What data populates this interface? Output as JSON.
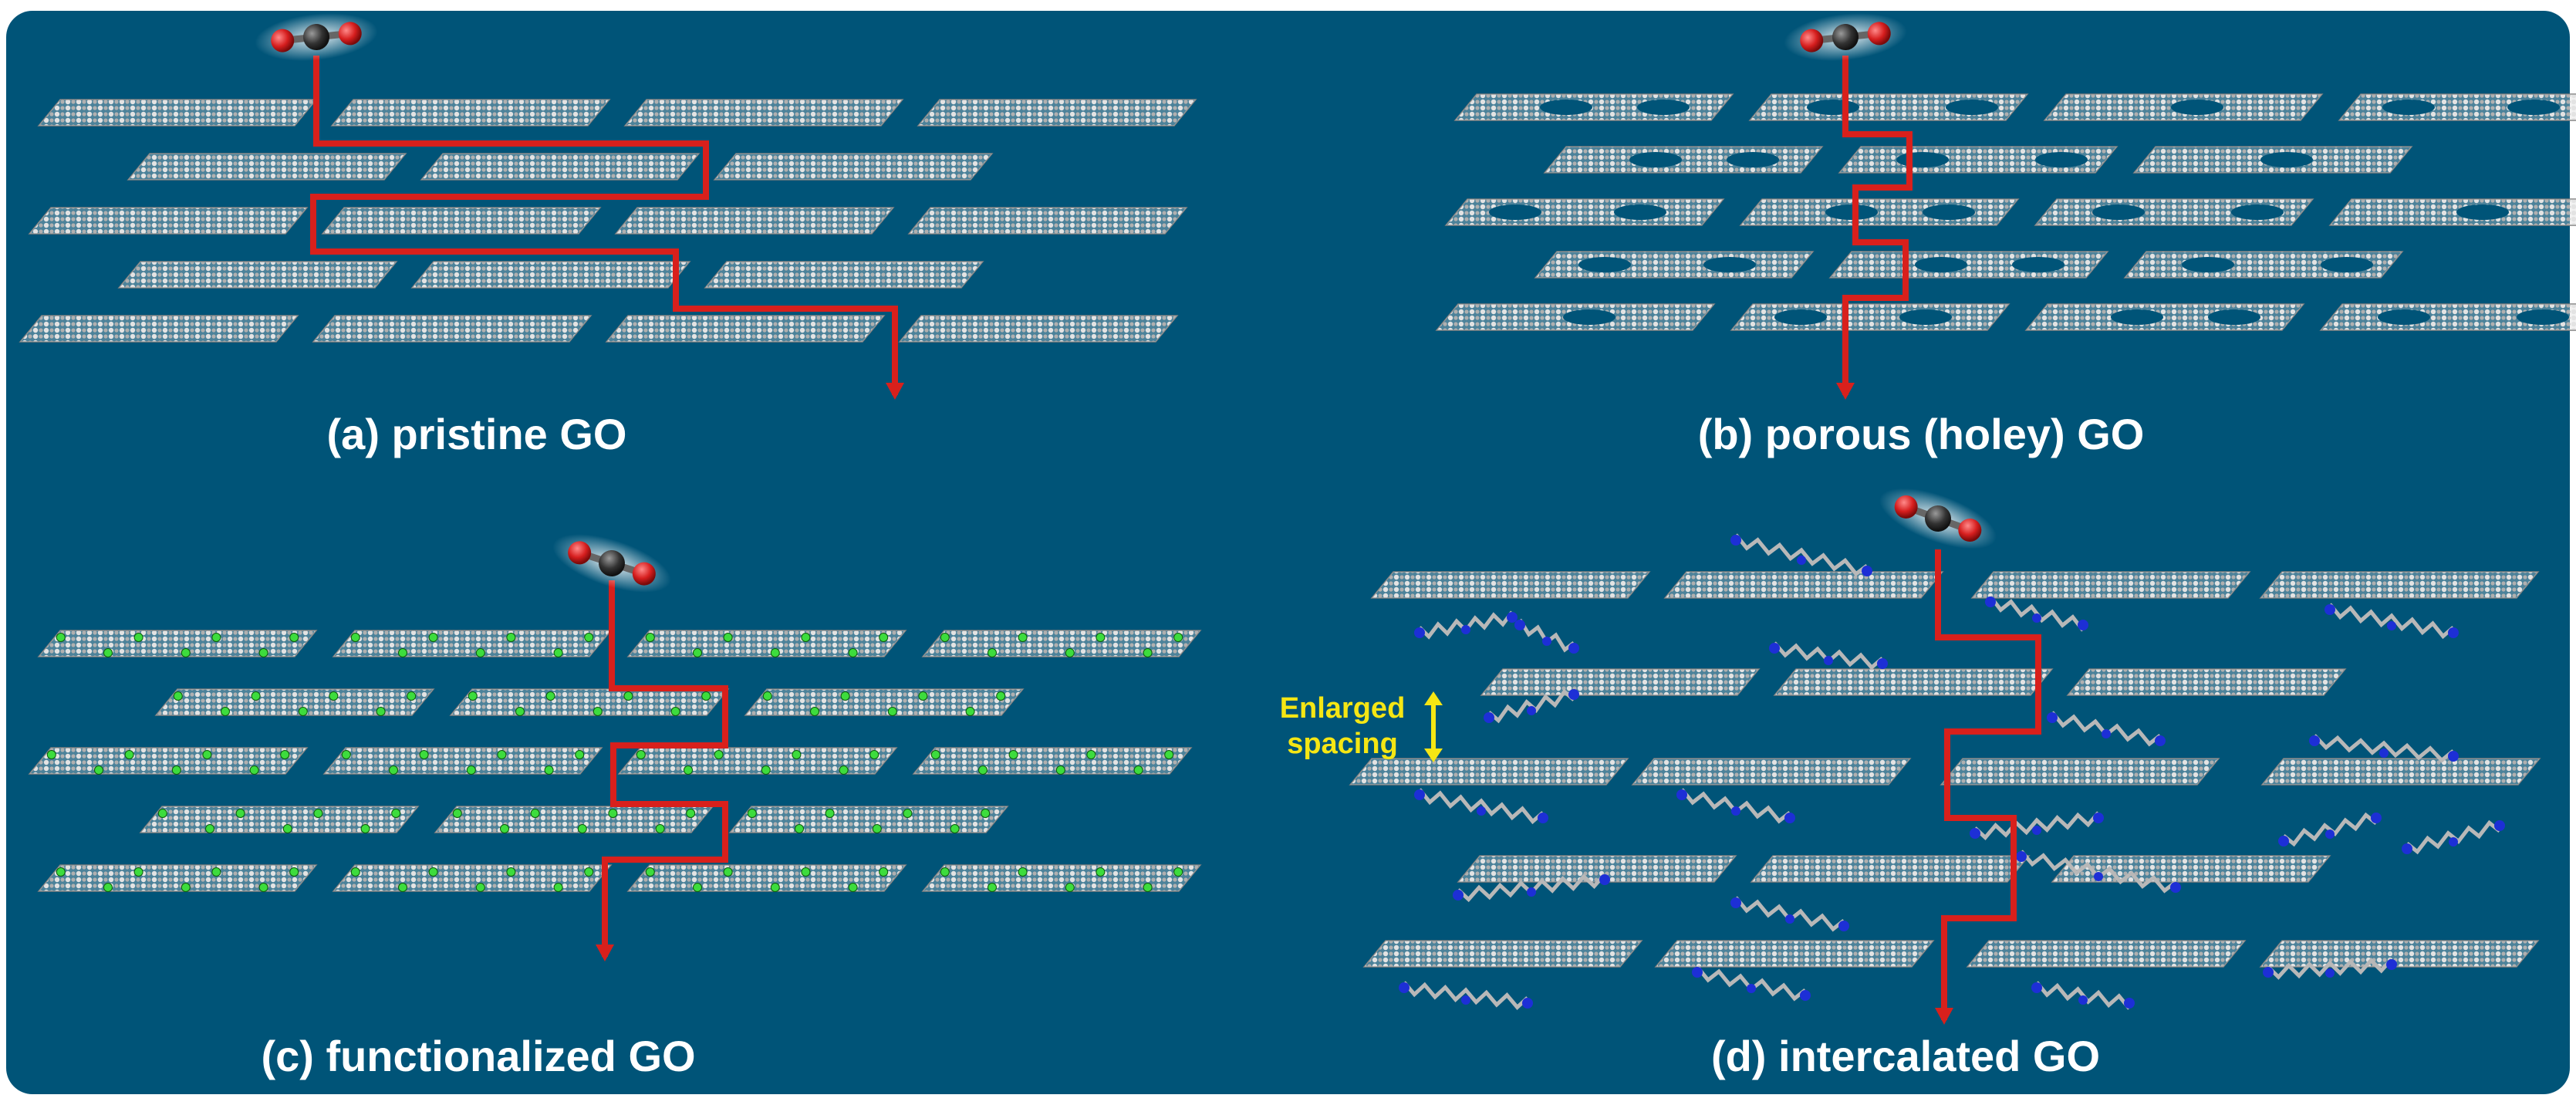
{
  "colors": {
    "background": "#005478",
    "sheet": "#cfcfcf",
    "path": "#d8201c",
    "oxygen": "#d61e1e",
    "carbon": "#2c2c2c",
    "functional_group": "#3ddc3d",
    "intercalant": "#1d2fd6",
    "spacing_annotation": "#f5e614"
  },
  "panels": [
    {
      "id": "a",
      "label": "(a) pristine GO"
    },
    {
      "id": "b",
      "label": "(b) porous (holey) GO"
    },
    {
      "id": "c",
      "label": "(c) functionalized GO"
    },
    {
      "id": "d",
      "label": "(d) intercalated GO"
    }
  ],
  "annotation": {
    "line1": "Enlarged",
    "line2": "spacing"
  }
}
